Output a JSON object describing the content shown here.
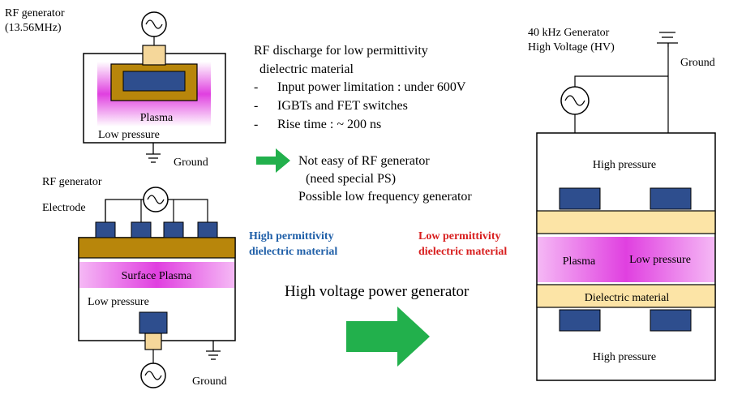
{
  "colors": {
    "electrode": "#2E4E8E",
    "dielectric_dark": "#B8860B",
    "dielectric_light": "#FCE4A6",
    "connector": "#F5D79A",
    "plasma": "#E040E0",
    "arrow": "#22B04C",
    "high_perm_text": "#1F5FA8",
    "low_perm_text": "#D81E1E",
    "line": "#000000"
  },
  "top_left": {
    "rf_label_line1": "RF generator",
    "rf_label_line2": "(13.56MHz)",
    "plasma_label": "Plasma",
    "pressure_label": "Low pressure",
    "ground_label": "Ground"
  },
  "notes": {
    "title_line1": "RF discharge for low permittivity",
    "title_line2": "dielectric material",
    "bullets": [
      "Input power limitation : under 600V",
      "IGBTs and FET switches",
      "Rise time : ~ 200 ns"
    ],
    "bullet_marker": "-",
    "conclusion_line1": "Not easy of RF generator",
    "conclusion_line2": "(need special PS)",
    "conclusion_line3": "Possible low frequency generator"
  },
  "bottom_left": {
    "rf_label": "RF generator",
    "electrode_label": "Electrode",
    "plasma_label": "Surface Plasma",
    "pressure_label": "Low pressure",
    "ground_label": "Ground"
  },
  "high_perm": {
    "line1": "High permittivity",
    "line2": "dielectric material"
  },
  "low_perm": {
    "line1": "Low permittivity",
    "line2": "dielectric material"
  },
  "hv_label": "High voltage power generator",
  "right": {
    "generator_line1": "40 kHz Generator",
    "generator_line2": "High  Voltage (HV)",
    "ground_label": "Ground",
    "high_pressure_top": "High  pressure",
    "plasma_label": "Plasma",
    "low_pressure_label": "Low pressure",
    "dielectric_label": "Dielectric  material",
    "high_pressure_bottom": "High  pressure"
  }
}
